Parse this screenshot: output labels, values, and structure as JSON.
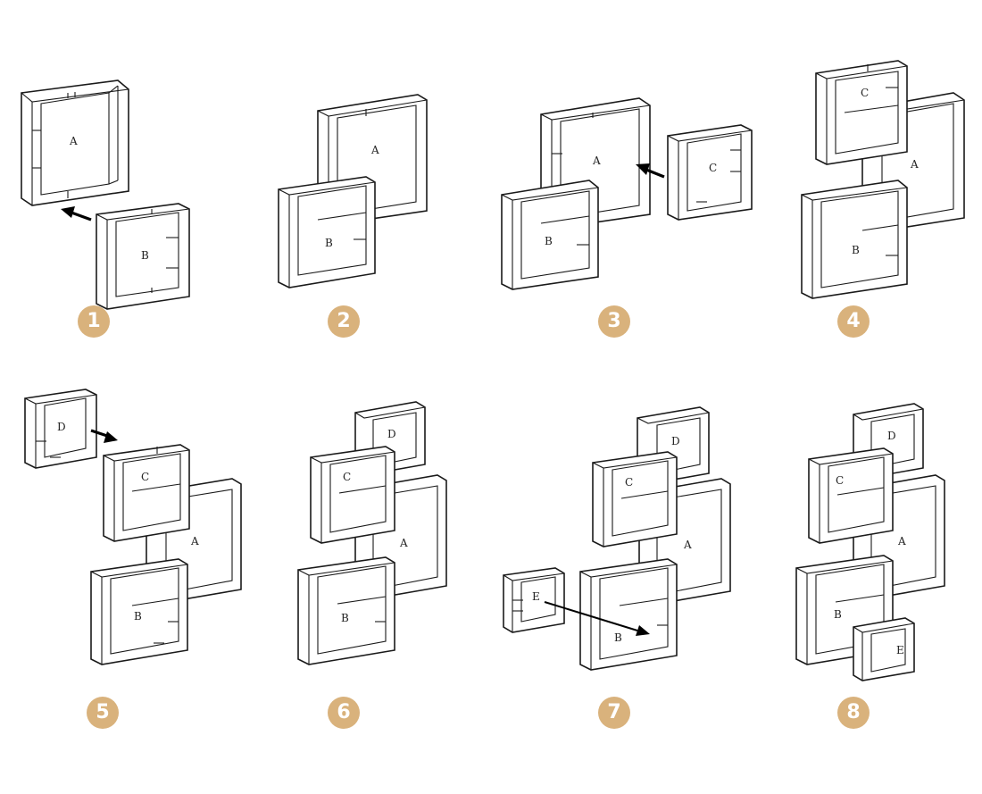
{
  "badge_color": "#d9b27c",
  "line_color": "#1a1a1a",
  "steps": [
    {
      "number": "1",
      "labels": [
        "A",
        "B"
      ]
    },
    {
      "number": "2",
      "labels": [
        "A",
        "B"
      ]
    },
    {
      "number": "3",
      "labels": [
        "A",
        "B",
        "C"
      ]
    },
    {
      "number": "4",
      "labels": [
        "A",
        "B",
        "C"
      ]
    },
    {
      "number": "5",
      "labels": [
        "A",
        "B",
        "C",
        "D"
      ]
    },
    {
      "number": "6",
      "labels": [
        "A",
        "B",
        "C",
        "D"
      ]
    },
    {
      "number": "7",
      "labels": [
        "A",
        "B",
        "C",
        "D",
        "E"
      ]
    },
    {
      "number": "8",
      "labels": [
        "A",
        "B",
        "C",
        "D",
        "E"
      ]
    }
  ]
}
